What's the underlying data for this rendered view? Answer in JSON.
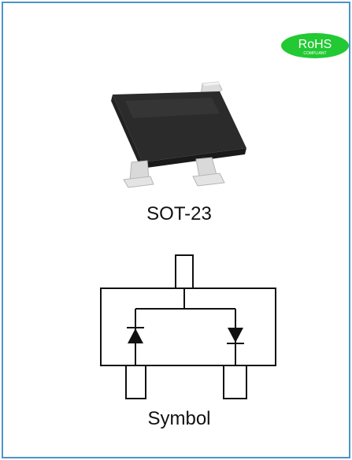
{
  "badge": {
    "text": "RoHS",
    "subtext": "COMPLIANT",
    "color": "#22c933"
  },
  "package": {
    "name": "SOT-23",
    "body_color": "#2a2a2a",
    "lead_color": "#d9d9d9"
  },
  "symbol": {
    "caption": "Symbol"
  },
  "colors": {
    "frame": "#4f93c9",
    "line": "#111111"
  }
}
